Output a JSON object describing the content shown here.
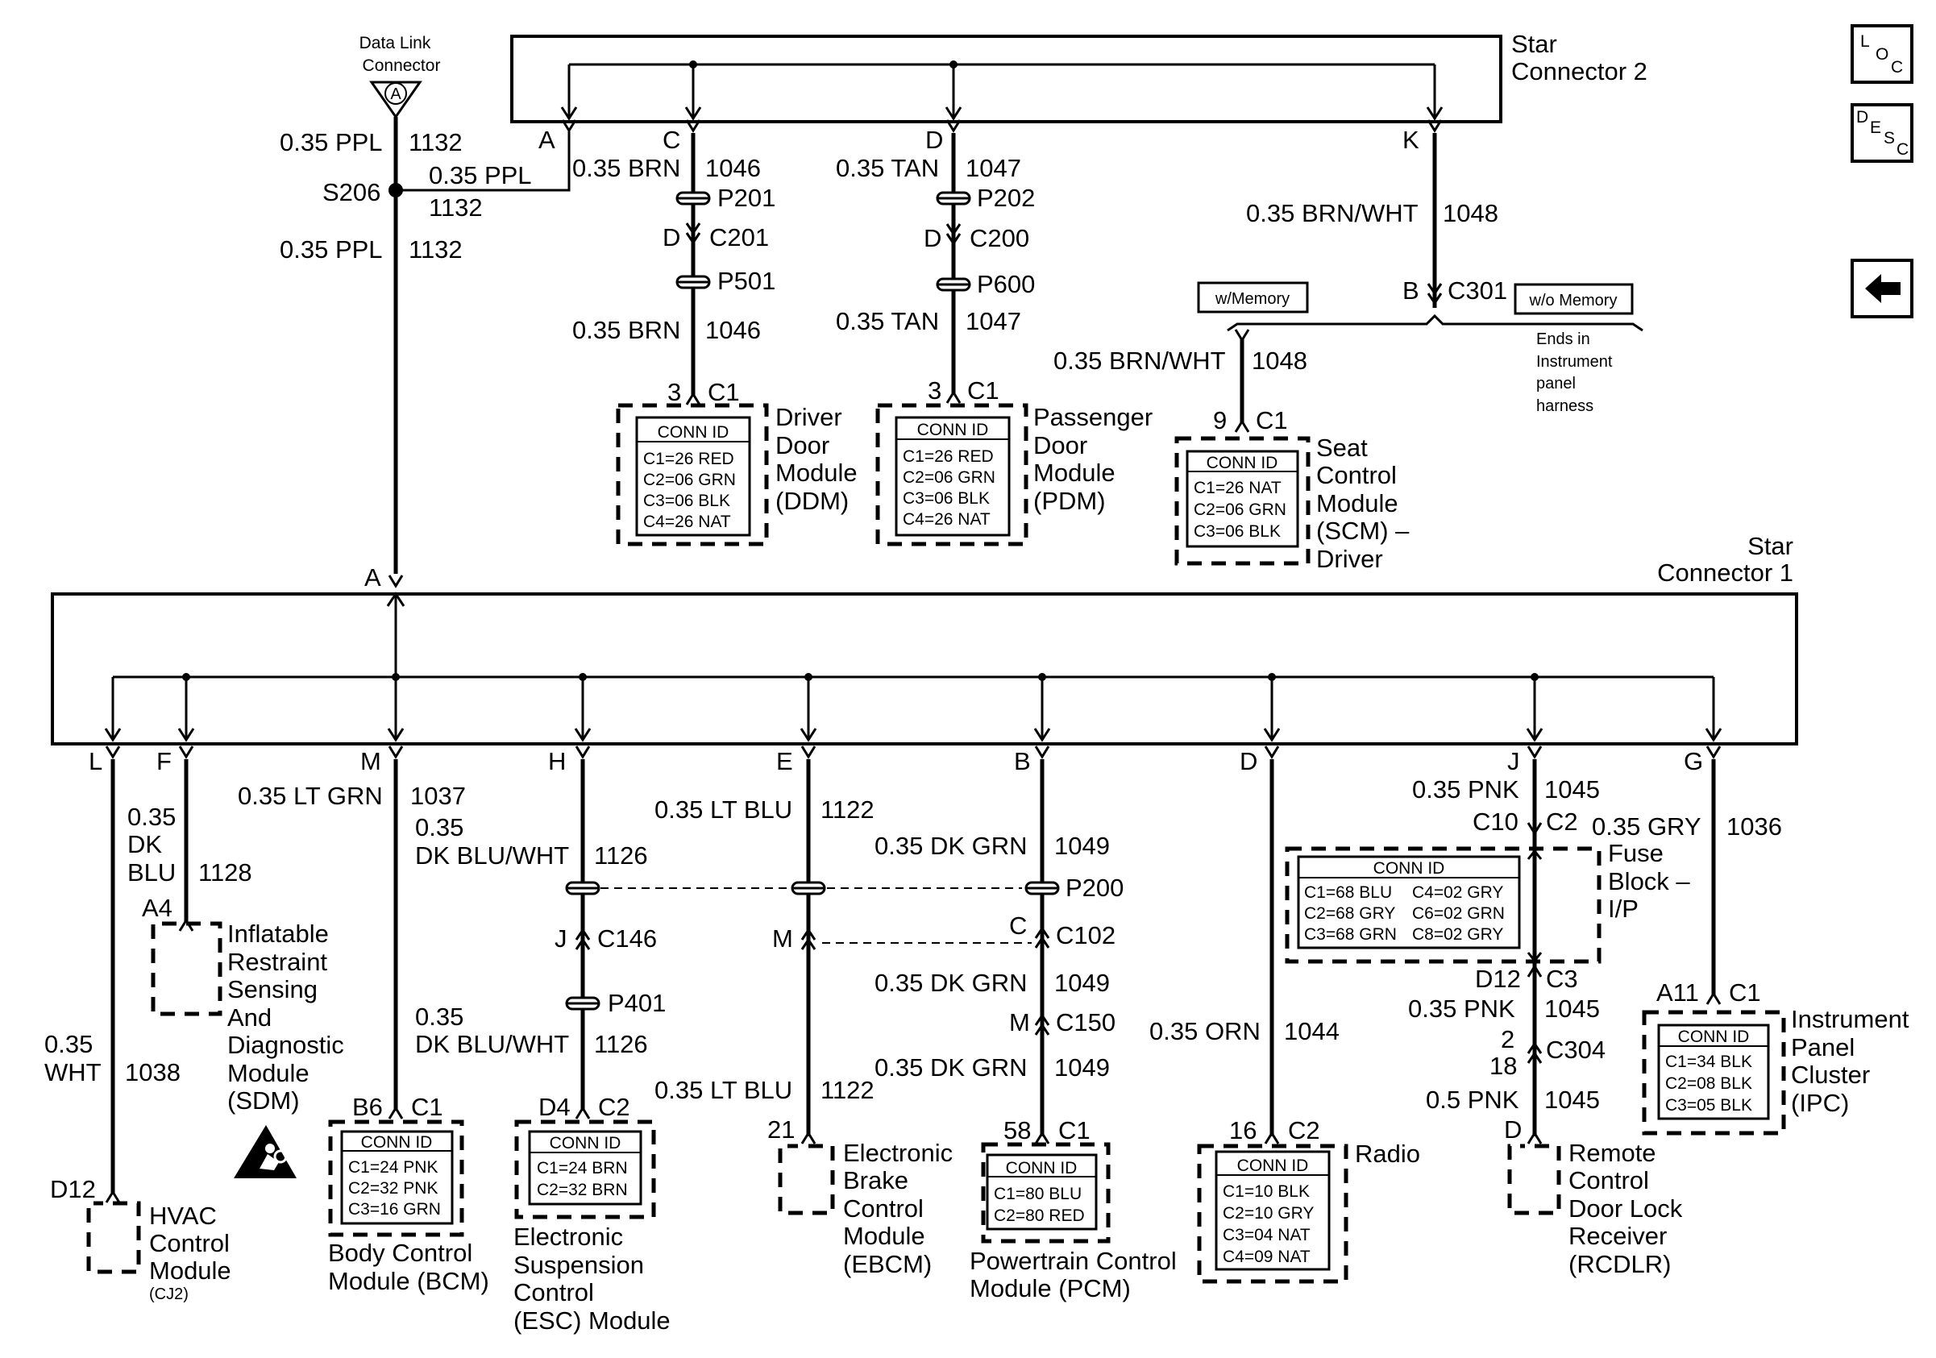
{
  "star2": {
    "title_line1": "Star",
    "title_line2": "Connector  2"
  },
  "star1": {
    "title_line1": "Star",
    "title_line2": "Connector 1"
  },
  "dlc": {
    "line1": "Data Link",
    "line2": "Connector",
    "pin": "A"
  },
  "nav": {
    "loc": [
      "L",
      "O",
      "C"
    ],
    "desc": [
      "D",
      "E",
      "S",
      "C"
    ],
    "back_icon": "left-arrow-icon"
  },
  "splice": {
    "name": "S206"
  },
  "dlc_circuit": {
    "top_wire": "0.35 PPL",
    "top_num": "1132",
    "branch_wire": "0.35 PPL",
    "branch_num": "1132",
    "low_wire": "0.35 PPL",
    "low_num": "1132",
    "star1_pin": "A"
  },
  "star2_pins": {
    "a": "A",
    "c": "C",
    "d": "D",
    "k": "K"
  },
  "ddm_branch": {
    "wire1": "0.35 BRN",
    "num1": "1046",
    "p1": "P201",
    "conn_pin": "D",
    "conn": "C201",
    "p2": "P501",
    "wire2": "0.35 BRN",
    "num2": "1046",
    "pin": "3",
    "c": "C1",
    "conn_id": {
      "title": "CONN ID",
      "rows": [
        "C1=26 RED",
        "C2=06 GRN",
        "C3=06 BLK",
        "C4=26 NAT"
      ]
    },
    "name": [
      "Driver",
      "Door",
      "Module",
      "(DDM)"
    ]
  },
  "pdm_branch": {
    "wire1": "0.35 TAN",
    "num1": "1047",
    "p1": "P202",
    "conn_pin": "D",
    "conn": "C200",
    "p2": "P600",
    "wire2": "0.35 TAN",
    "num2": "1047",
    "pin": "3",
    "c": "C1",
    "conn_id": {
      "title": "CONN ID",
      "rows": [
        "C1=26 RED",
        "C2=06 GRN",
        "C3=06 BLK",
        "C4=26 NAT"
      ]
    },
    "name": [
      "Passenger",
      "Door",
      "Module",
      "(PDM)"
    ]
  },
  "scm_branch": {
    "wire1": "0.35 BRN/WHT",
    "num1": "1048",
    "conn_pin": "B",
    "conn": "C301",
    "w_memory": "w/Memory",
    "wo_memory": "w/o Memory",
    "ends_note": [
      "Ends in",
      "Instrument",
      "panel",
      "harness"
    ],
    "wire2": "0.35 BRN/WHT",
    "num2": "1048",
    "pin": "9",
    "c": "C1",
    "conn_id": {
      "title": "CONN ID",
      "rows": [
        "C1=26 NAT",
        "C2=06 GRN",
        "C3=06 BLK"
      ]
    },
    "name": [
      "Seat",
      "Control",
      "Module",
      "(SCM) –",
      "Driver"
    ]
  },
  "star1_pins": {
    "l": "L",
    "f": "F",
    "m": "M",
    "h": "H",
    "e": "E",
    "b": "B",
    "d": "D",
    "j": "J",
    "g": "G"
  },
  "hvac": {
    "wire_l1": "0.35",
    "wire_l2": "WHT",
    "num": "1038",
    "pin": "D12",
    "name": [
      "HVAC",
      "Control",
      "Module"
    ],
    "code": "(CJ2)"
  },
  "sdm": {
    "wire_l1": "0.35",
    "wire_l2": "DK",
    "wire_l3": "BLU",
    "num": "1128",
    "pin": "A4",
    "name": [
      "Inflatable",
      "Restraint",
      "Sensing",
      "And",
      "Diagnostic",
      "Module",
      "(SDM)"
    ],
    "icon": "airbag-warning-icon"
  },
  "bcm": {
    "wire": "0.35 LT GRN",
    "num": "1037",
    "pin": "B6",
    "c": "C1",
    "conn_id": {
      "title": "CONN ID",
      "rows": [
        "C1=24 PNK",
        "C2=32 PNK",
        "C3=16 GRN"
      ]
    },
    "name": [
      "Body Control",
      "Module (BCM)"
    ]
  },
  "esc": {
    "wire1_l1": "0.35",
    "wire1_l2": "DK BLU/WHT",
    "num1": "1126",
    "conn_pin": "J",
    "conn": "C146",
    "p": "P401",
    "wire2_l1": "0.35",
    "wire2_l2": "DK BLU/WHT",
    "num2": "1126",
    "pin": "D4",
    "c": "C2",
    "conn_id": {
      "title": "CONN ID",
      "rows": [
        "C1=24 BRN",
        "C2=32 BRN"
      ]
    },
    "name": [
      "Electronic",
      "Suspension",
      "Control",
      "(ESC) Module"
    ]
  },
  "ebcm": {
    "wire1": "0.35 LT BLU",
    "num1": "1122",
    "conn_pin": "M",
    "wire2": "0.35 LT BLU",
    "num2": "1122",
    "pin": "21",
    "name": [
      "Electronic",
      "Brake",
      "Control",
      "Module",
      "(EBCM)"
    ]
  },
  "pcm": {
    "wire1": "0.35 DK GRN",
    "num1": "1049",
    "p": "P200",
    "conn_pin": "C",
    "conn": "C102",
    "wire2": "0.35 DK GRN",
    "num2": "1049",
    "conn2_pin": "M",
    "conn2": "C150",
    "wire3": "0.35 DK GRN",
    "num3": "1049",
    "pin": "58",
    "c": "C1",
    "conn_id": {
      "title": "CONN ID",
      "rows": [
        "C1=80 BLU",
        "C2=80 RED"
      ]
    },
    "name": [
      "Powertrain Control",
      "Module (PCM)"
    ]
  },
  "radio": {
    "wire": "0.35 ORN",
    "num": "1044",
    "pin": "16",
    "c": "C2",
    "conn_id": {
      "title": "CONN ID",
      "rows": [
        "C1=10 BLK",
        "C2=10 GRY",
        "C3=04 NAT",
        "C4=09 NAT"
      ]
    },
    "name": "Radio"
  },
  "fuse_block": {
    "wire1": "0.35 PNK",
    "num1": "1045",
    "pin_in": "C10",
    "c_in": "C2",
    "conn_id": {
      "title": "CONN ID",
      "rows_left": [
        "C1=68 BLU",
        "C2=68 GRY",
        "C3=68 GRN"
      ],
      "rows_right": [
        "C4=02 GRY",
        "C6=02 GRN",
        "C8=02 GRY"
      ]
    },
    "name": [
      "Fuse",
      "Block –",
      "I/P"
    ],
    "pin_out": "D12",
    "c_out": "C3"
  },
  "rcdlr": {
    "wire1": "0.35 PNK",
    "num1": "1045",
    "c304_top": "2",
    "c304_bottom": "18",
    "conn": "C304",
    "wire2": "0.5 PNK",
    "num2": "1045",
    "pin": "D",
    "name": [
      "Remote",
      "Control",
      "Door Lock",
      "Receiver",
      "(RCDLR)"
    ]
  },
  "ipc": {
    "wire": "0.35 GRY",
    "num": "1036",
    "pin": "A11",
    "c": "C1",
    "conn_id": {
      "title": "CONN ID",
      "rows": [
        "C1=34 BLK",
        "C2=08 BLK",
        "C3=05 BLK"
      ]
    },
    "name": [
      "Instrument",
      "Panel",
      "Cluster",
      "(IPC)"
    ]
  }
}
